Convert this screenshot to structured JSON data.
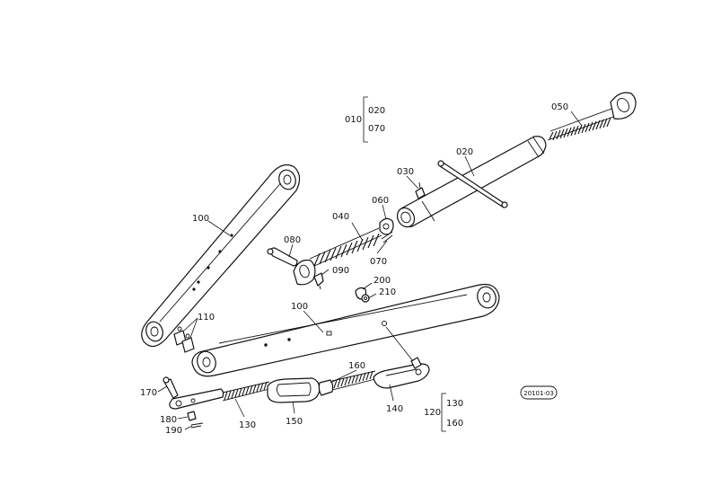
{
  "diagram": {
    "labels": {
      "p010": "010",
      "p020_top": "020",
      "p070_top": "070",
      "p050": "050",
      "p020": "020",
      "p030": "030",
      "p060": "060",
      "p040": "040",
      "p080": "080",
      "p070": "070",
      "p090": "090",
      "p100_upper": "100",
      "p100_lower": "100",
      "p110": "110",
      "p200": "200",
      "p210": "210",
      "p160_upper": "160",
      "p170": "170",
      "p180": "180",
      "p190": "190",
      "p130": "130",
      "p150": "150",
      "p140": "140",
      "p120": "120",
      "p130_group": "130",
      "p160_group": "160",
      "stamp": "20101-03"
    }
  }
}
